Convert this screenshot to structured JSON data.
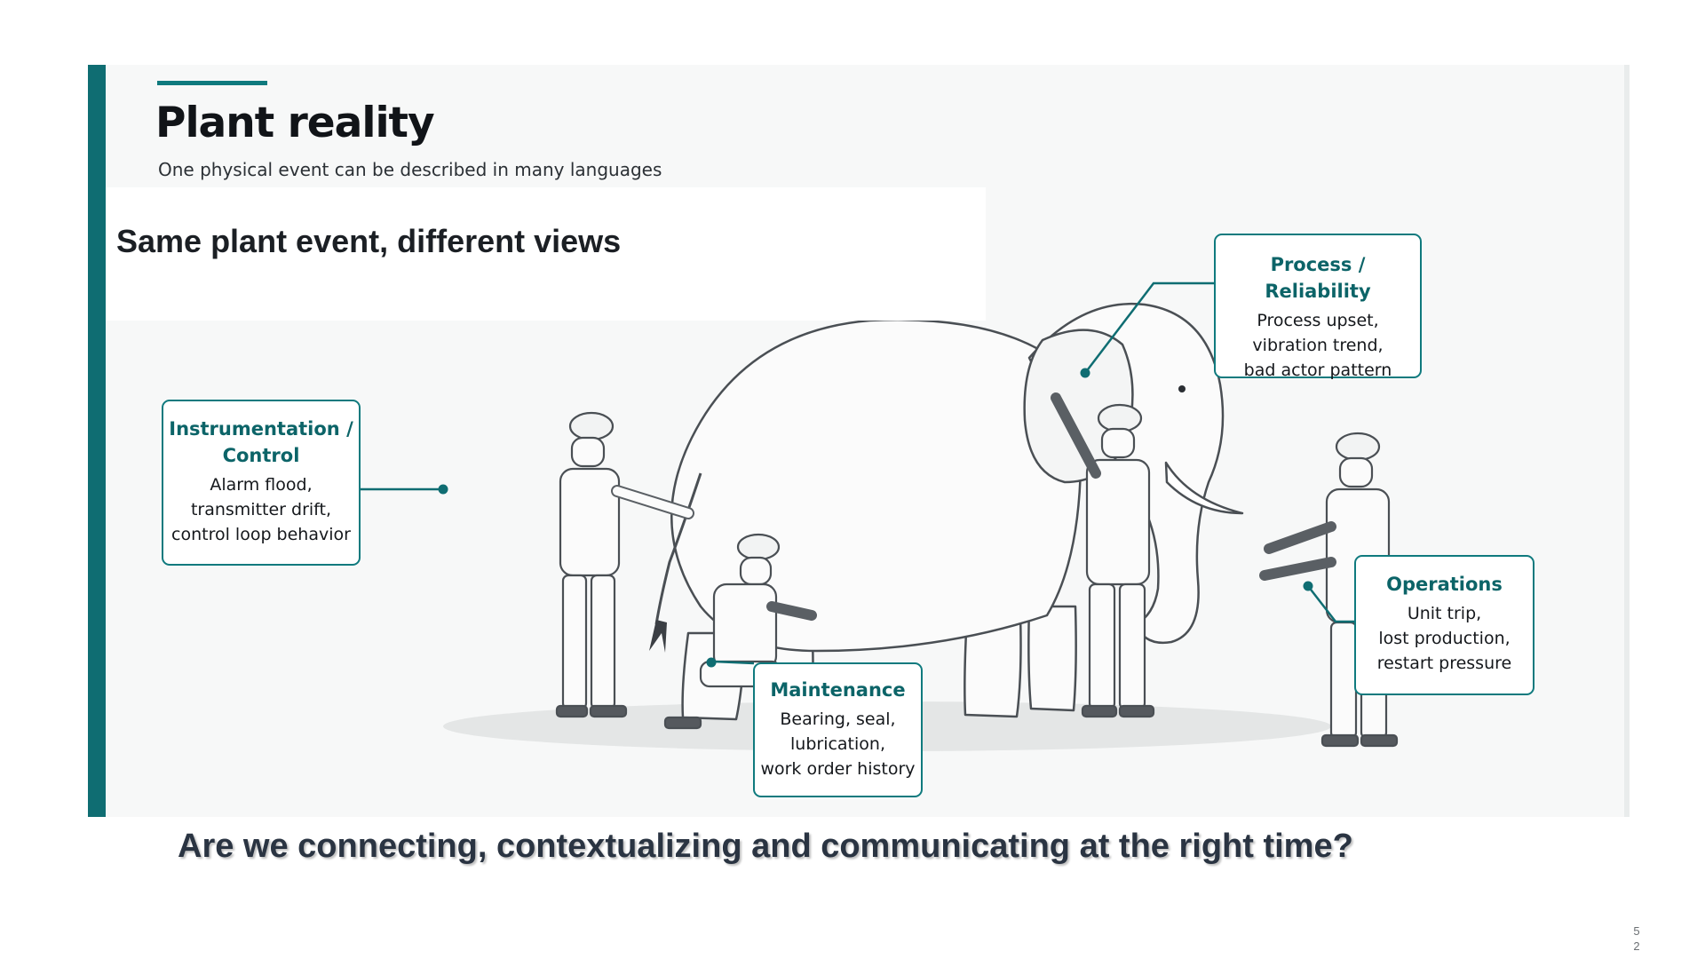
{
  "slide": {
    "title": "Plant reality",
    "subtitle": "One physical event can be described in many languages",
    "section_heading": "Same plant event, different views",
    "question": "Are we connecting, contextualizing and communicating at the right time?",
    "page_number": "5\n2"
  },
  "callouts": {
    "instrumentation": {
      "title": "Instrumentation /\nControl",
      "body": "Alarm flood,\ntransmitter drift,\ncontrol loop behavior"
    },
    "process": {
      "title": "Process / Reliability",
      "body": "Process upset,\nvibration trend,\nbad actor pattern"
    },
    "maintenance": {
      "title": "Maintenance",
      "body": "Bearing, seal,\nlubrication,\nwork order history"
    },
    "operations": {
      "title": "Operations",
      "body": "Unit trip,\nlost production,\nrestart pressure"
    }
  },
  "colors": {
    "accent": "#0f6d72",
    "callout_title": "#0c6468",
    "question": "#2a3442"
  }
}
